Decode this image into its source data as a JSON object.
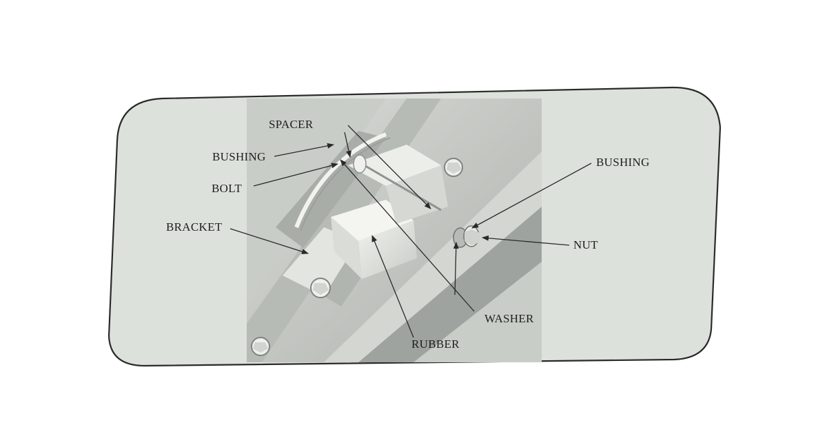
{
  "diagram": {
    "labels": {
      "spacer": "SPACER",
      "bushing_left": "BUSHING",
      "bolt": "BOLT",
      "bracket": "BRACKET",
      "bushing_right": "BUSHING",
      "nut": "NUT",
      "washer": "WASHER",
      "rubber": "RUBBER"
    },
    "colors": {
      "card_fill": "#dde1dc",
      "card_border": "#2a2a2a",
      "render_base": "#c9cdc8",
      "render_dark": "#8e938f",
      "render_light": "#eef0ec",
      "leader_line": "#2a2a2a"
    }
  }
}
